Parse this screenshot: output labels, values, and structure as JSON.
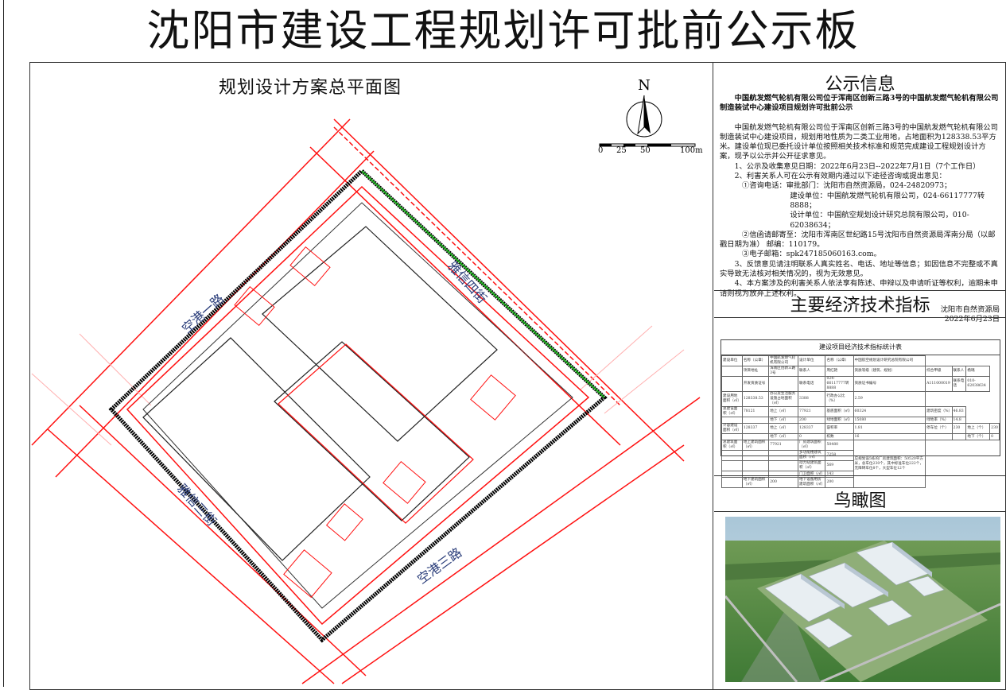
{
  "title": "沈阳市建设工程规划许可批前公示板",
  "map": {
    "title": "规划设计方案总平面图",
    "north": "N",
    "scale_labels": [
      "0",
      "25",
      "50",
      "100m"
    ],
    "road_labels": [
      "空港一路",
      "雅信四街",
      "雅信三街",
      "空港三路"
    ]
  },
  "notice": {
    "heading": "公示信息",
    "subject": "中国航发燃气轮机有限公司位于浑南区创新三路3号的中国航发燃气轮机有限公司制造装试中心建设项目规划许可批前公示",
    "body": "中国航发燃气轮机有限公司位于浑南区创新三路3号的中国航发燃气轮机有限公司制造装试中心建设项目，规划用地性质为二类工业用地，占地面积为128338.53平方米。建设单位现已委托设计单位按照相关技术标准和规范完成建设工程规划设计方案，现予以公示并公开征求意见。",
    "item1": "1、公示及收集意见日期：2022年6月23日--2022年7月1日（7个工作日）",
    "item2": "2、利害关系人可在公示有效期内通过以下途径咨询或提出意见：",
    "phone1": "①咨询电话：审批部门：沈阳市自然资源局，024-24820973；",
    "phone2": "建设单位：中国航发燃气轮机有限公司，024-66117777转8888；",
    "phone3": "设计单位：中国航空规划设计研究总院有限公司，010-62038634；",
    "mail": "②信函请邮寄至：沈阳市浑南区世纪路15号沈阳市自然资源局浑南分局（以邮戳日期为准） 邮编：110179。",
    "email": "③电子邮箱：spk247185060163.com。",
    "item3": "3、反馈意见请注明联系人真实姓名、电话、地址等信息；如因信息不完整或不真实导致无法核对相关情况的，视为无效意见。",
    "item4": "4、本方案涉及的利害关系人依法享有陈述、申辩以及申请听证等权利，逾期未申请则视为放弃上述权利。",
    "signer": "沈阳市自然资源局",
    "date": "2022年6月23日"
  },
  "indicators": {
    "heading": "主要经济技术指标",
    "table_title": "建设项目经济技术指标统计表",
    "rows": [
      [
        "建设单位",
        "名称（公章）",
        "中国航发燃气轮机有限公司",
        "设计单位",
        "名称（公章）",
        "中国航空规划设计研究总院有限公司"
      ],
      [
        "",
        "项目地址",
        "浑南区创新三路3号",
        "联系人",
        "周红艳",
        "资质等级（建筑、规划）",
        "综合甲级",
        "联系人",
        "杨璐"
      ],
      [
        "",
        "开发资质证号",
        "",
        "联系电话",
        "024-66117777转8888",
        "资质证书编号",
        "A111000019",
        "联系电话",
        "010-62038634"
      ],
      [
        "建设用地面积（㎡）",
        "128338.53",
        "办公及生活服务设施占地面积（㎡）",
        "3388",
        "行政办公比（%）",
        "2.59"
      ],
      [
        "总建设面积（㎡）",
        "78121",
        "地上（㎡）",
        "77921",
        "基底面积（㎡）",
        "60324",
        "建筑密度（%）",
        "46.83"
      ],
      [
        "",
        "",
        "地下（㎡）",
        "200",
        "绿地面积（㎡）",
        "15080",
        "绿地率（%）",
        "14.8"
      ],
      [
        "计容建设面积（㎡）",
        "128337",
        "地上（㎡）",
        "128337",
        "容积率",
        "1.81",
        "停车位（个）",
        "230",
        "地上（个）",
        "230"
      ],
      [
        "",
        "",
        "地下（㎡）",
        "0",
        "栋数",
        "16",
        "",
        "",
        "地下（个）",
        "0"
      ],
      [
        "总建筑面积（㎡）",
        "地上建筑面积（㎡）",
        "77921",
        "厂房建筑面积（㎡）",
        "50480"
      ],
      [
        "",
        "",
        "",
        "多功能楼建筑面积（㎡）",
        "7258"
      ],
      [
        "",
        "",
        "",
        "动力站建筑面积（㎡）",
        "569"
      ],
      [
        "",
        "",
        "",
        "门卫面积（㎡）",
        "143"
      ],
      [
        "",
        "地下建筑面积（㎡）",
        "200",
        "地下设备用房建筑面积（㎡）",
        "200"
      ]
    ],
    "note": "应规划设5栋的厂房建筑面积：50520平方米，总车位230个，其中标准车位222个，无障碍车位8个，大型车位12个"
  },
  "aerial": {
    "heading": "鸟瞰图"
  },
  "colors": {
    "red_line": "#ff1010",
    "green_line": "#18a818",
    "frame": "#333333"
  }
}
